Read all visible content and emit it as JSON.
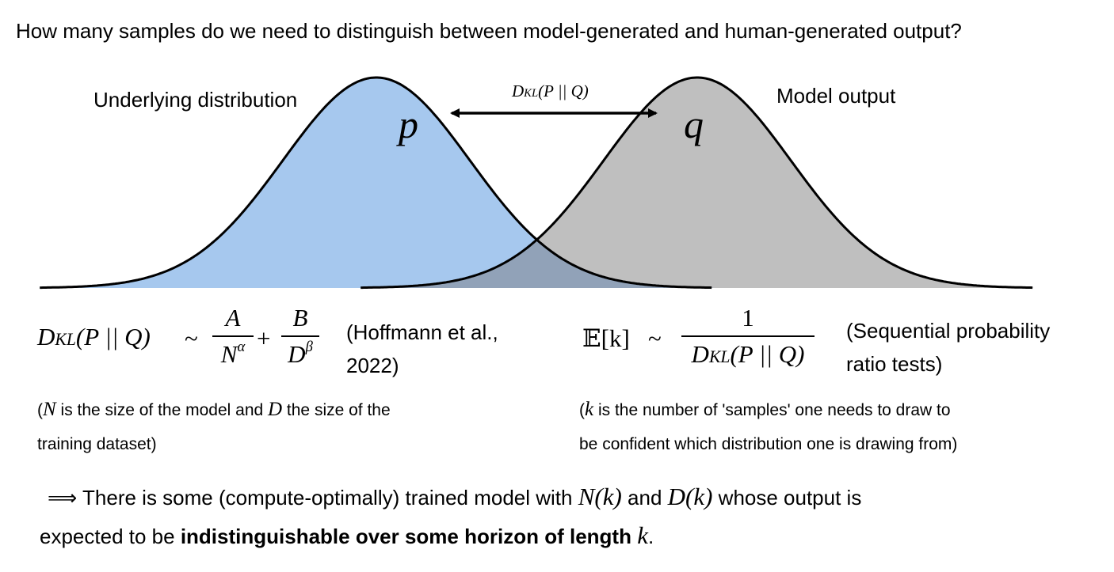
{
  "title": "How many samples do we need to distinguish between model-generated and human-generated output?",
  "diagram": {
    "left_label": "Underlying distribution",
    "right_label": "Model output",
    "left_symbol": "p",
    "right_symbol": "q",
    "arrow_label": {
      "d": "D",
      "kl": "KL",
      "args": "(P || Q)"
    },
    "colors": {
      "p_fill": "#a6c8ee",
      "q_fill": "#bfbfbf",
      "overlap_fill": "#91a2b8",
      "curve": "#000000"
    }
  },
  "left_formula": {
    "lhs_d": "D",
    "lhs_kl": "KL",
    "lhs_args": "(P || Q)",
    "sim": "~",
    "frac1": {
      "num": "A",
      "den_base": "N",
      "den_exp": "α"
    },
    "plus": "+",
    "frac2": {
      "num": "B",
      "den_base": "D",
      "den_exp": "β"
    },
    "citation_line1": "(Hoffmann et al.,",
    "citation_line2": "2022)",
    "note_open": "(",
    "note_n": "N",
    "note_mid": " is the size of the model and ",
    "note_d": "D",
    "note_end": " the size of the",
    "note_line2": "training dataset)"
  },
  "right_formula": {
    "lhs": "𝔼[k]",
    "sim": "~",
    "num": "1",
    "den_d": "D",
    "den_kl": "KL",
    "den_args": "(P || Q)",
    "citation_line1": "(Sequential probability",
    "citation_line2": "ratio tests)",
    "note_open": "(",
    "note_k": "k",
    "note_rest": " is the number of 'samples'  one needs to draw to",
    "note_line2": "be confident which distribution one is drawing from)"
  },
  "conclusion": {
    "arrow": "⟹",
    "text1": " There is some (compute-optimally) trained model with ",
    "nk": "N(k)",
    "and": " and ",
    "dk": "D(k)",
    "text2": " whose output is",
    "line2_plain": "expected to be ",
    "line2_bold": "indistinguishable over some horizon of length ",
    "k": "k",
    "period": "."
  }
}
